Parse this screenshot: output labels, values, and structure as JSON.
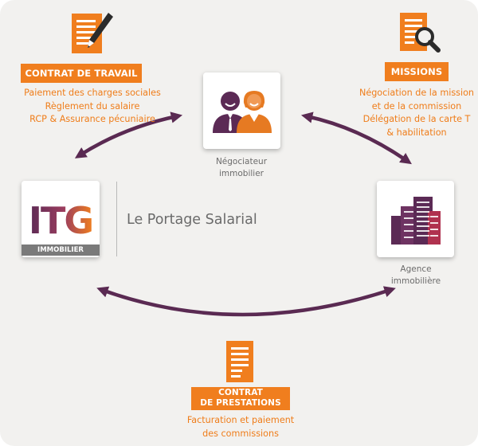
{
  "colors": {
    "orange": "#f07e1e",
    "purple": "#5b2a55",
    "arrow": "#5a2a52",
    "background": "#f2f1ef",
    "card": "#ffffff"
  },
  "contrat_travail": {
    "title": "CONTRAT DE TRAVAIL",
    "items": [
      "Paiement des charges sociales",
      "Règlement du salaire",
      "RCP & Assurance pécuniaire"
    ],
    "icon": "contract-pen-icon"
  },
  "missions": {
    "title": "MISSIONS",
    "items": [
      "Négociation de la mission",
      "et de la commission",
      "Délégation de la carte T",
      "& habilitation"
    ],
    "icon": "document-search-icon"
  },
  "negociateur": {
    "icon": "people-icon",
    "caption_lines": [
      "Négociateur",
      "immobilier"
    ]
  },
  "agence": {
    "icon": "buildings-icon",
    "caption_lines": [
      "Agence",
      "immobilière"
    ]
  },
  "logo": {
    "main": "ITG",
    "sub": "IMMOBILIER",
    "tagline": "Le Portage Salarial"
  },
  "contrat_prestations": {
    "title_lines": [
      "CONTRAT",
      "DE PRESTATIONS"
    ],
    "items": [
      "Facturation et paiement",
      "des commissions"
    ],
    "icon": "document-icon"
  }
}
